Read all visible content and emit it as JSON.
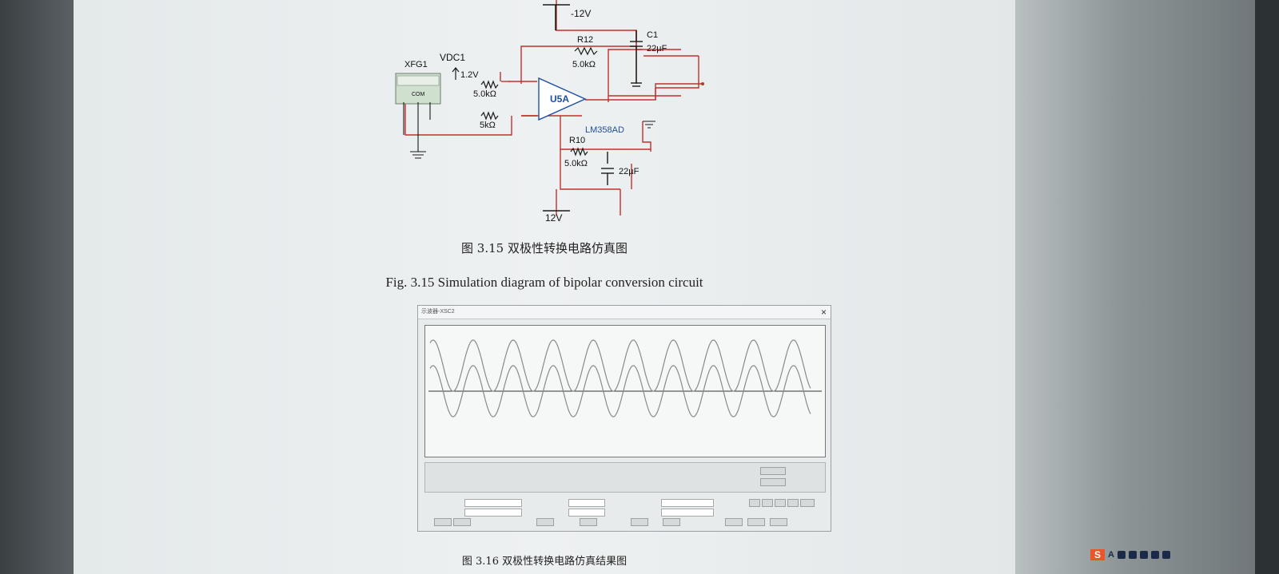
{
  "figure_3_15": {
    "caption_cn": "图 3.15 双极性转换电路仿真图",
    "caption_en": "Fig. 3.15 Simulation diagram of bipolar conversion circuit",
    "labels": {
      "neg_supply": "-12V",
      "pos_supply": "12V",
      "r12": "R12",
      "r12_value": "5.0kΩ",
      "c1": "C1",
      "c1_value": "22µF",
      "vdc1": "VDC1",
      "vdc1_value": "1.2V",
      "xfg1": "XFG1",
      "xfg_com": "COM",
      "r_in1_value": "5.0kΩ",
      "r_in2_value": "5kΩ",
      "opamp": "U5A",
      "opamp_part": "LM358AD",
      "r10": "R10",
      "r10_value": "5.0kΩ",
      "c2_value": "22µF"
    },
    "colors": {
      "wire": "#c0302c",
      "component": "#1a1a1a",
      "opamp": "#1f4fa0",
      "label": "#111111"
    }
  },
  "figure_3_16": {
    "caption_cn": "图 3.16 双极性转换电路仿真结果图",
    "window_title": "示波器-XSC2",
    "close_symbol": "×",
    "trace_color": "#8a8a8a",
    "cycles_shown": 9.5
  },
  "taskbar": {
    "ime_label": "S",
    "ime_mode": "A"
  }
}
